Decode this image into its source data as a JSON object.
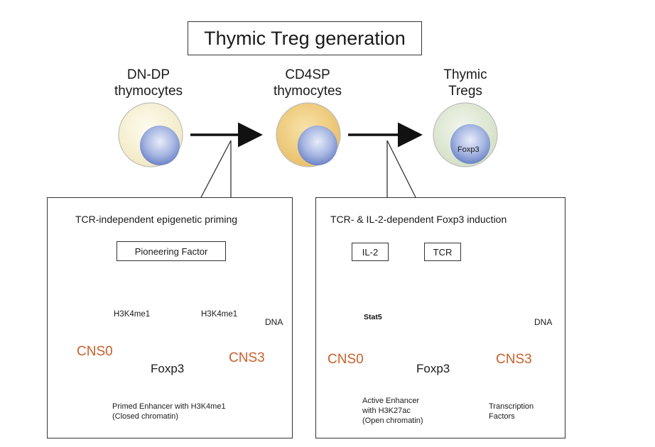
{
  "title": "Thymic Treg generation",
  "stages": [
    {
      "label_line1": "DN-DP",
      "label_line2": "thymocytes"
    },
    {
      "label_line1": "CD4SP",
      "label_line2": "thymocytes"
    },
    {
      "label_line1": "Thymic",
      "label_line2": "Tregs",
      "nucleus_label": "Foxp3"
    }
  ],
  "left_panel": {
    "title": "TCR-independent epigenetic priming",
    "factor": "Pioneering Factor",
    "mark_left": "H3K4me1",
    "mark_right": "H3K4me1",
    "dna": "DNA",
    "cns_left": "CNS0",
    "cns_right": "CNS3",
    "gene": "Foxp3",
    "legend_line1": "Primed Enhancer with H3K4me1",
    "legend_line2": "(Closed chromatin)"
  },
  "right_panel": {
    "title": "TCR- & IL-2-dependent Foxp3 induction",
    "signal_il2": "IL-2",
    "signal_tcr": "TCR",
    "stat5": "Stat5",
    "dna": "DNA",
    "cns_left": "CNS0",
    "cns_right": "CNS3",
    "gene": "Foxp3",
    "legend_active_line1": "Active Enhancer",
    "legend_active_line2": "with H3K27ac",
    "legend_active_line3": "(Open chromatin)",
    "legend_tf_line1": "Transcription",
    "legend_tf_line2": "Factors"
  },
  "colors": {
    "cns_orange": "#c9602a",
    "primed_blue": "#3a5fb0",
    "active_red": "#d43a2c",
    "tf_orange": "#d9662a",
    "tf_blue": "#4a86c8",
    "tf_green": "#4a9a3a",
    "tf_yellow": "#e6e040",
    "stat5_brown": "#9a5530"
  }
}
